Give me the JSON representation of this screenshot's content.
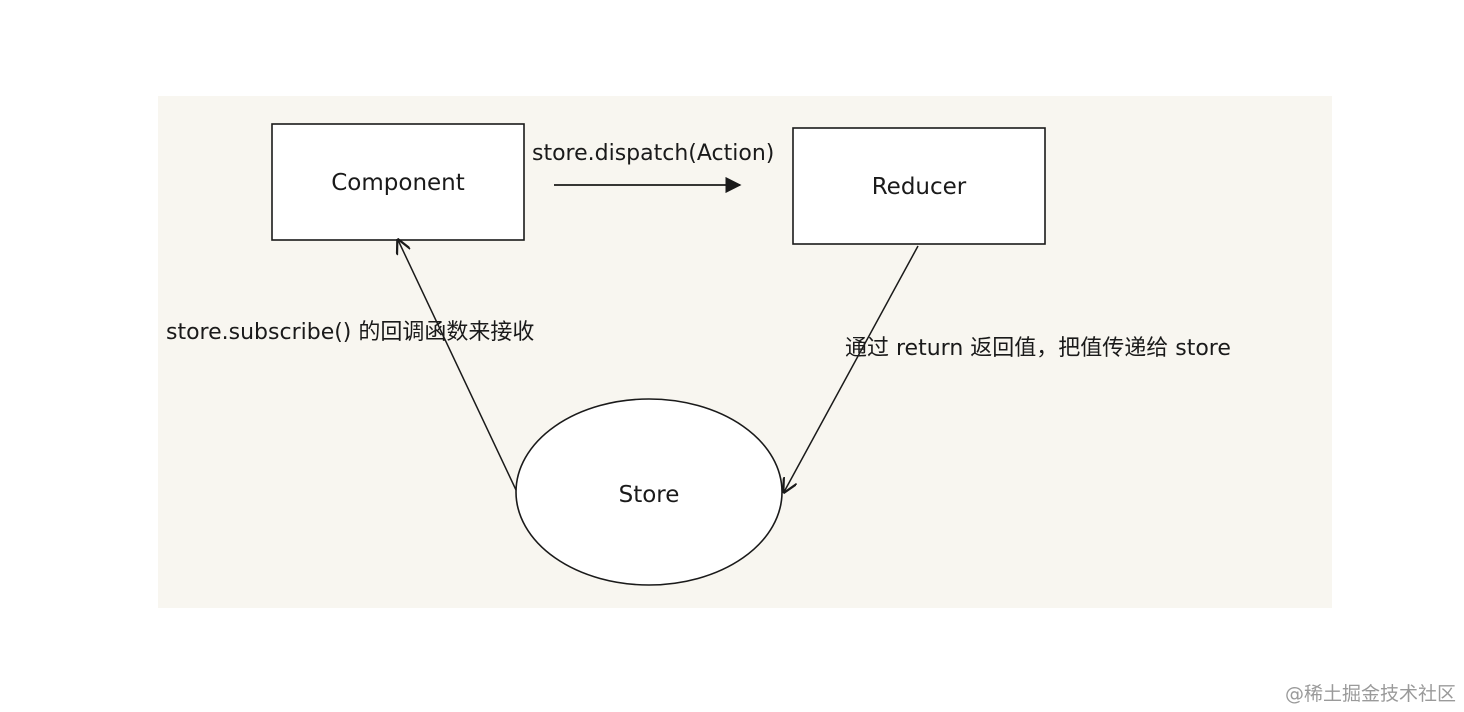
{
  "nodes": {
    "component": {
      "label": "Component",
      "shape": "rectangle"
    },
    "reducer": {
      "label": "Reducer",
      "shape": "rectangle"
    },
    "store": {
      "label": "Store",
      "shape": "ellipse"
    }
  },
  "edges": {
    "dispatch": {
      "from": "component",
      "to": "reducer",
      "label": "store.dispatch(Action)"
    },
    "return_value": {
      "from": "reducer",
      "to": "store",
      "label": "通过 return 返回值，把值传递给 store"
    },
    "subscribe": {
      "from": "store",
      "to": "component",
      "label": "store.subscribe() 的回调函数来接收"
    }
  },
  "watermark": {
    "text": "@稀土掘金技术社区"
  },
  "colors": {
    "page_background": "#ffffff",
    "diagram_background": "#f8f6f0",
    "node_fill": "#ffffff",
    "stroke": "#1a1a1a",
    "watermark_text": "#9a9a9a"
  }
}
